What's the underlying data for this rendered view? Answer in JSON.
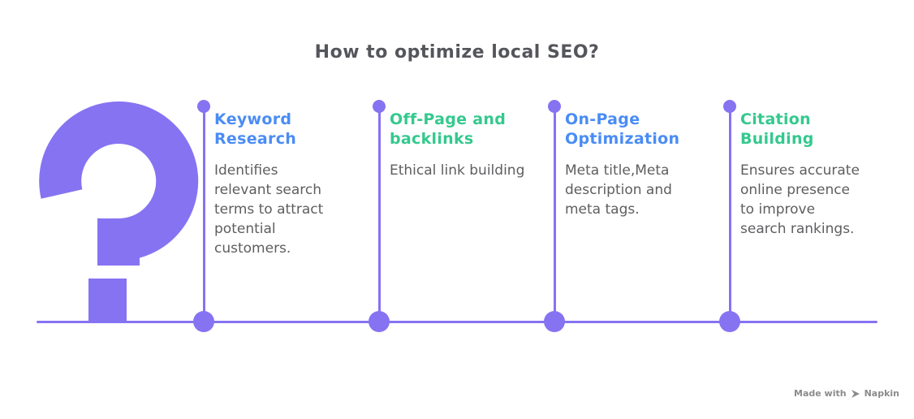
{
  "title": "How to optimize local SEO?",
  "question_mark": "?",
  "colors": {
    "accent_purple": "#8673F2",
    "heading_blue": "#4A8CF5",
    "heading_green": "#34C98E",
    "title_text": "#55565B",
    "body_text": "#5E5E61",
    "footer_text": "#8B8B8D"
  },
  "columns": [
    {
      "heading": "Keyword\nResearch",
      "heading_color": "#4A8CF5",
      "body": "Identifies\nrelevant search\nterms to attract\npotential\ncustomers."
    },
    {
      "heading": "Off-Page and\nbacklinks",
      "heading_color": "#34C98E",
      "body": "Ethical link building"
    },
    {
      "heading": "On-Page\nOptimization",
      "heading_color": "#4A8CF5",
      "body": "Meta title,Meta\ndescription and\nmeta tags."
    },
    {
      "heading": "Citation\nBuilding",
      "heading_color": "#34C98E",
      "body": "Ensures accurate\nonline presence\nto improve\nsearch rankings."
    }
  ],
  "footer": {
    "made_with": "Made with",
    "brand": "Napkin",
    "logo_icon": "napkin-logo-icon"
  }
}
